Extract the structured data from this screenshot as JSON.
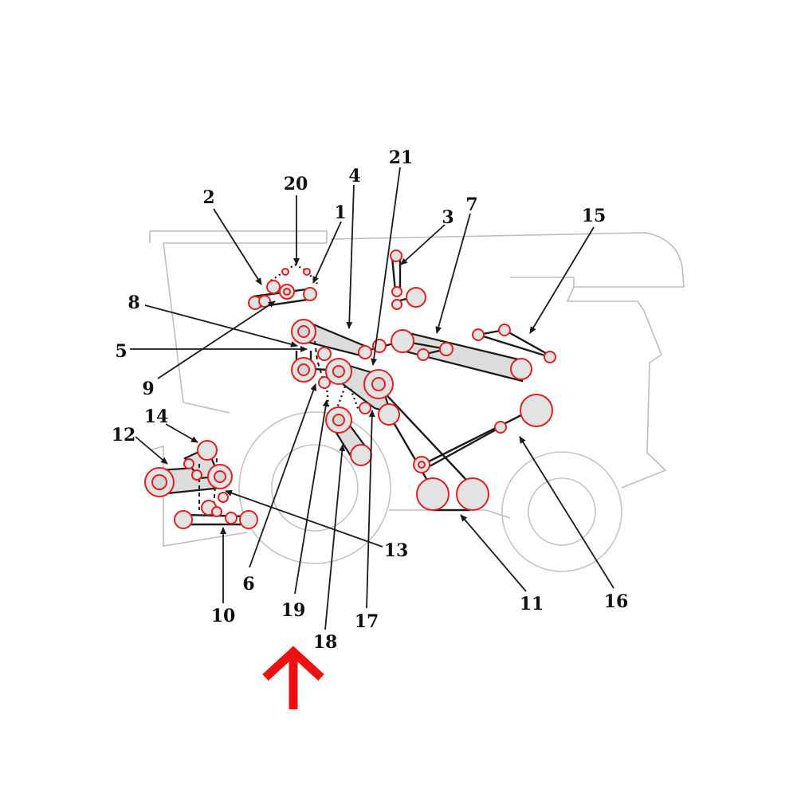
{
  "diagram": {
    "callouts": [
      {
        "id": "c1",
        "label": "1"
      },
      {
        "id": "c2",
        "label": "2"
      },
      {
        "id": "c3",
        "label": "3"
      },
      {
        "id": "c4",
        "label": "4"
      },
      {
        "id": "c5",
        "label": "5"
      },
      {
        "id": "c6",
        "label": "6"
      },
      {
        "id": "c7",
        "label": "7"
      },
      {
        "id": "c8",
        "label": "8"
      },
      {
        "id": "c9",
        "label": "9"
      },
      {
        "id": "c10",
        "label": "10"
      },
      {
        "id": "c11",
        "label": "11"
      },
      {
        "id": "c12",
        "label": "12"
      },
      {
        "id": "c13",
        "label": "13"
      },
      {
        "id": "c14",
        "label": "14"
      },
      {
        "id": "c15",
        "label": "15"
      },
      {
        "id": "c16",
        "label": "16"
      },
      {
        "id": "c17",
        "label": "17"
      },
      {
        "id": "c18",
        "label": "18"
      },
      {
        "id": "c19",
        "label": "19"
      },
      {
        "id": "c20",
        "label": "20"
      },
      {
        "id": "c21",
        "label": "21"
      }
    ],
    "colors": {
      "pulley_stroke": "#e02020",
      "arrow": "#ee1111",
      "machine_outline": "#bdbdbd",
      "belt": "#1a1a1a"
    },
    "direction_indicator": "up-arrow-icon"
  }
}
